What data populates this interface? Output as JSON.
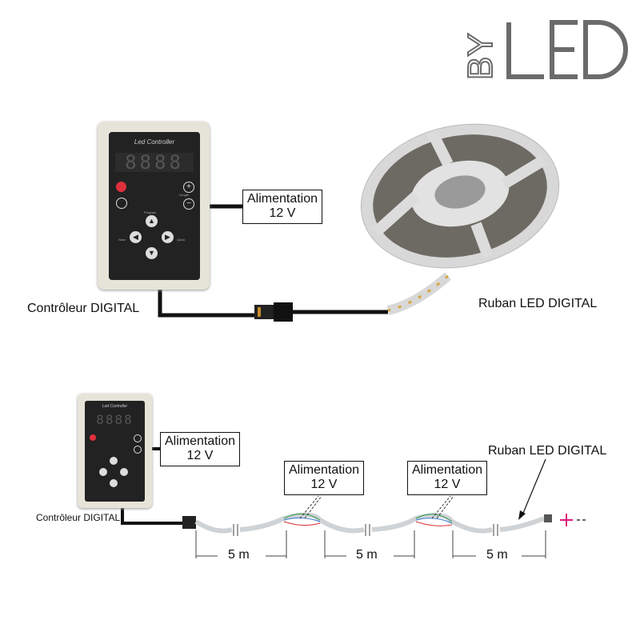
{
  "logo": {
    "by": "BY",
    "led": "LED"
  },
  "top": {
    "controller_label": "Contrôleur DIGITAL",
    "controller_title": "Led Controller",
    "display": "8888",
    "buttons": {
      "length": "Length",
      "program": "Program",
      "slow": "Slow",
      "quick": "Quick"
    },
    "power": {
      "line1": "Alimentation",
      "line2": "12 V"
    },
    "strip_label": "Ruban LED DIGITAL"
  },
  "bottom": {
    "controller_label": "Contrôleur DIGITAL",
    "controller_title": "Led Controller",
    "display": "8888",
    "power_main": {
      "line1": "Alimentation",
      "line2": "12 V"
    },
    "power_inject": [
      {
        "line1": "Alimentation",
        "line2": "12 V"
      },
      {
        "line1": "Alimentation",
        "line2": "12 V"
      }
    ],
    "strip_label": "Ruban LED DIGITAL",
    "segments": [
      "5 m",
      "5 m",
      "5 m"
    ]
  },
  "colors": {
    "accent": "#e0197d",
    "logo": "#6b6b6b",
    "housing": "#e6e3d8",
    "panel": "#222222"
  }
}
